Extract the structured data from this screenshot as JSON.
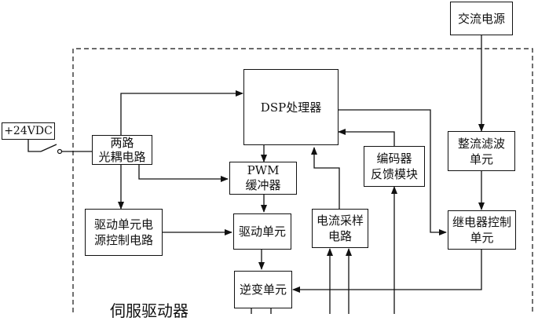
{
  "blocks": {
    "ac_power": "交流电源",
    "dsp": "DSP处理器",
    "optocoupler": [
      "两路",
      "光耦电路"
    ],
    "pwm_buffer": [
      "PWM",
      "缓冲器"
    ],
    "rectifier_filter": [
      "整流滤波",
      "单元"
    ],
    "encoder_feedback": [
      "编码器",
      "反馈模块"
    ],
    "driver_power_ctrl": [
      "驱动单元电",
      "源控制电路"
    ],
    "driver_unit": "驱动单元",
    "current_sampling": [
      "电流采样",
      "电路"
    ],
    "relay_ctrl": [
      "继电器控制",
      "单元"
    ],
    "inverter": "逆变单元"
  },
  "labels": {
    "supply": "+24VDC",
    "servo_driver": "伺服驱动器"
  },
  "colors": {
    "line": "#111111",
    "background": "#ffffff"
  }
}
